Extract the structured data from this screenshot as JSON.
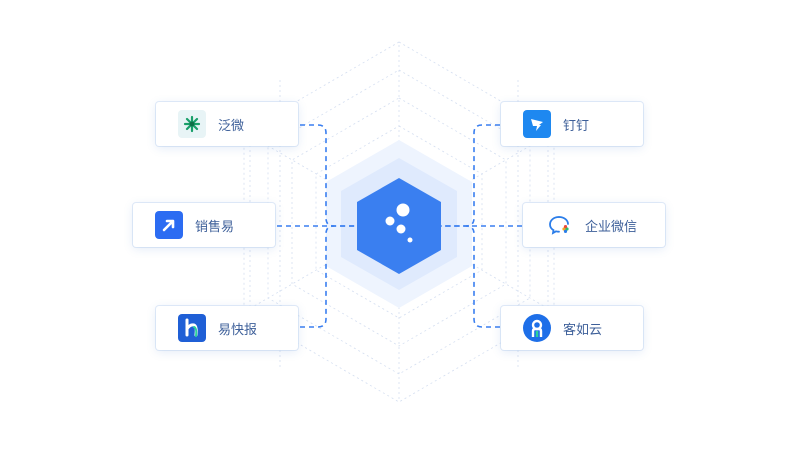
{
  "hub": {
    "icon": "dots-logo-icon",
    "color": "#3a7ff0"
  },
  "left_apps": [
    {
      "label": "泛微",
      "icon": "fanwei-icon"
    },
    {
      "label": "销售易",
      "icon": "xiaoshouyi-arrow-icon"
    },
    {
      "label": "易快报",
      "icon": "yikuaibao-icon"
    }
  ],
  "right_apps": [
    {
      "label": "钉钉",
      "icon": "dingtalk-icon"
    },
    {
      "label": "企业微信",
      "icon": "wecom-icon"
    },
    {
      "label": "客如云",
      "icon": "keruyun-icon"
    }
  ],
  "colors": {
    "connector": "#3a7ff0",
    "grid": "#c9d6ee",
    "card_text": "#3d5f99"
  }
}
